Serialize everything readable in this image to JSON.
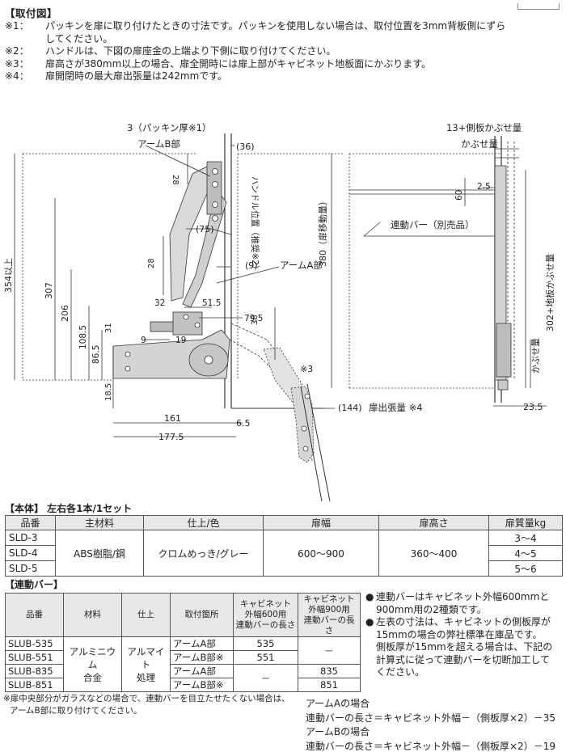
{
  "install_notes": {
    "title": "【取付図】",
    "notes": [
      {
        "mark": "※1：",
        "text": "パッキンを扉に取り付けたときの寸法です。パッキンを使用しない場合は、取付位置を3mm背板側にずら"
      },
      {
        "mark": "※2：",
        "text": "ハンドルは、下図の扉座金の上端より下側に取り付けてください。"
      },
      {
        "mark": "※3：",
        "text": "扉高さが380mm以上の場合、扉全開時には扉上部がキャビネット地板面にかぶります。"
      },
      {
        "mark": "※4：",
        "text": "扉開閉時の最大扉出張量は242mmです。"
      }
    ],
    "note1_continued": "してください。"
  },
  "diagram": {
    "labels": {
      "packing": "3（パッキン厚※1）",
      "arm_b": "アームB部",
      "arm_a": "アームA部",
      "d36": "(36)",
      "d28a": "28",
      "d75": "(75)",
      "d9": "(9)",
      "d28b": "28",
      "d354": "354以上",
      "d307": "307",
      "d206": "206",
      "d108": "108.5",
      "d86": "86.5",
      "d31": "31",
      "d18": "18.5",
      "d32": "32",
      "d515": "51.5",
      "d795": "79.5",
      "d9b": "9",
      "d19": "19",
      "d38": "38",
      "d161": "161",
      "d1775": "177.5",
      "d65": "6.5",
      "d380": "380（扉移動量）",
      "handle": "ハンドル位置（推奨※2）",
      "note3": "※3",
      "d144": "(144)",
      "protrusion": "扉出張量 ※4",
      "d13": "13+側板かぶせ量",
      "kabuse": "かぶせ量",
      "d25": "2.5",
      "d60": "60",
      "link_bar": "連動バー（別売品）",
      "d302": "302+地板かぶせ量",
      "kabuse2": "かぶせ量",
      "d235": "23.5"
    }
  },
  "main_section": {
    "title": "【本体】 左右各1本/1セット",
    "headers": [
      "品番",
      "主材料",
      "仕上/色",
      "扉幅",
      "扉高さ",
      "扉質量kg"
    ],
    "material": "ABS樹脂/鋼",
    "finish": "クロムめっき/グレー",
    "width": "600～900",
    "height": "360～400",
    "rows": [
      {
        "code": "SLD-3",
        "weight": "3～4"
      },
      {
        "code": "SLD-4",
        "weight": "4～5"
      },
      {
        "code": "SLD-5",
        "weight": "5～6"
      }
    ]
  },
  "link_section": {
    "title": "【連動バー】",
    "headers": {
      "code": "品番",
      "material": "材料",
      "finish": "仕上",
      "location": "取付箇所",
      "len600": [
        "キャビネット",
        "外幅600用",
        "連動バーの長さ"
      ],
      "len900": [
        "キャビネット",
        "外幅900用",
        "連動バーの長さ"
      ]
    },
    "material": [
      "アルミニウム",
      "合金"
    ],
    "finish": [
      "アルマイト",
      "処理"
    ],
    "dash": "－",
    "rows": [
      {
        "code": "SLUB-535",
        "loc": "アームA部",
        "len": "535"
      },
      {
        "code": "SLUB-551",
        "loc": "アームB部※",
        "len": "551"
      },
      {
        "code": "SLUB-835",
        "loc": "アームA部",
        "len": "835"
      },
      {
        "code": "SLUB-851",
        "loc": "アームB部※",
        "len": "851"
      }
    ],
    "bullets": [
      {
        "mark": "●",
        "lines": [
          "連動バーはキャビネット外幅600mmと",
          "900mm用の2種類です。"
        ]
      },
      {
        "mark": "●",
        "lines": [
          "左表の寸法は、キャビネットの側板厚が",
          "15mmの場合の弊社標準在庫品です。",
          "側板厚が15mmを超える場合は、下記の",
          "計算式に従って連動バーを切断加工して",
          "ください。"
        ]
      }
    ],
    "footnote": [
      "※扉中央部分がガラスなどの場合で、連動バーを目立たせたくない場合は、",
      "アームB部に取り付けてください。"
    ],
    "formulas": [
      "アームAの場合",
      "連動バーの長さ＝キャビネット外幅－（側板厚×2）－35",
      "アームBの場合",
      "連動バーの長さ＝キャビネット外幅－（側板厚×2）－19"
    ]
  }
}
